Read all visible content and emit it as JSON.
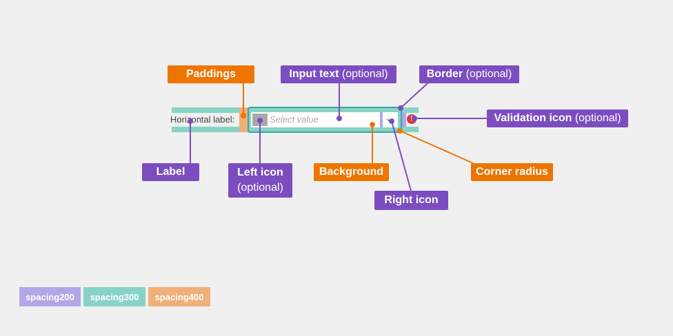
{
  "field": {
    "label": "Horizontal label:",
    "placeholder": "Select value",
    "chevron": "⌄",
    "validation_glyph": "!"
  },
  "callouts": {
    "paddings": "Paddings",
    "input_text": "Input text",
    "input_text_opt": "(optional)",
    "border": "Border",
    "border_opt": "(optional)",
    "validation_icon": "Validation icon",
    "validation_icon_opt": "(optional)",
    "label": "Label",
    "left_icon": "Left icon",
    "left_icon_opt": "(optional)",
    "background": "Background",
    "corner_radius": "Corner radius",
    "right_icon": "Right icon"
  },
  "legend": [
    {
      "label": "spacing200",
      "color": "#b3a6e6"
    },
    {
      "label": "spacing300",
      "color": "#87d4c6"
    },
    {
      "label": "spacing400",
      "color": "#f0b07a"
    }
  ],
  "colors": {
    "purple": "#7c4dbf",
    "orange": "#ee7500",
    "teal": "#3aa4a8",
    "spacing200": "#b3a6e6",
    "spacing300": "#87d4c6",
    "spacing400": "#f0b07a",
    "error": "#d93a3a"
  }
}
